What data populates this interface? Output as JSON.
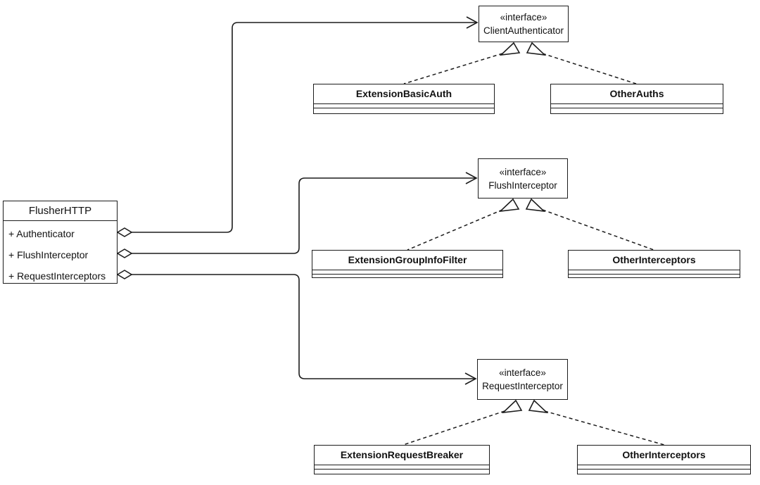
{
  "diagram": {
    "type": "uml-class-diagram",
    "colors": {
      "background": "#ffffff",
      "line": "#1c1c1c",
      "text": "#111111"
    },
    "main_class": {
      "name": "FlusherHTTP",
      "attributes": [
        "+ Authenticator",
        "+ FlushInterceptor",
        "+ RequestInterceptors"
      ]
    },
    "interfaces": [
      {
        "stereotype": "«interface»",
        "name": "ClientAuthenticator"
      },
      {
        "stereotype": "«interface»",
        "name": "FlushInterceptor"
      },
      {
        "stereotype": "«interface»",
        "name": "RequestInterceptor"
      }
    ],
    "implementations": [
      {
        "name": "ExtensionBasicAuth"
      },
      {
        "name": "OtherAuths"
      },
      {
        "name": "ExtensionGroupInfoFilter"
      },
      {
        "name": "OtherInterceptors"
      },
      {
        "name": "ExtensionRequestBreaker"
      },
      {
        "name": "OtherInterceptors"
      }
    ],
    "edges": [
      {
        "from": "FlusherHTTP.Authenticator",
        "to": "ClientAuthenticator",
        "type": "aggregation"
      },
      {
        "from": "FlusherHTTP.FlushInterceptor",
        "to": "FlushInterceptor",
        "type": "aggregation"
      },
      {
        "from": "FlusherHTTP.RequestInterceptors",
        "to": "RequestInterceptor",
        "type": "aggregation"
      },
      {
        "from": "ExtensionBasicAuth",
        "to": "ClientAuthenticator",
        "type": "realization"
      },
      {
        "from": "OtherAuths",
        "to": "ClientAuthenticator",
        "type": "realization"
      },
      {
        "from": "ExtensionGroupInfoFilter",
        "to": "FlushInterceptor",
        "type": "realization"
      },
      {
        "from": "OtherInterceptors",
        "to": "FlushInterceptor",
        "type": "realization"
      },
      {
        "from": "ExtensionRequestBreaker",
        "to": "RequestInterceptor",
        "type": "realization"
      },
      {
        "from": "OtherInterceptors",
        "to": "RequestInterceptor",
        "type": "realization"
      }
    ]
  }
}
